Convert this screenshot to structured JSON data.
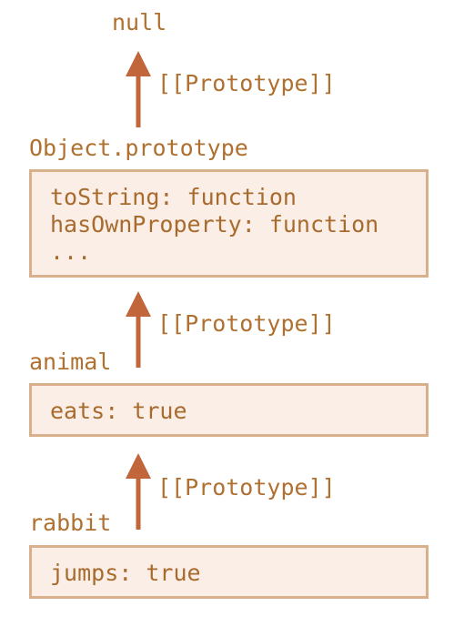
{
  "null_label": "null",
  "prototype_link_label": "[[Prototype]]",
  "objects": [
    {
      "name": "Object.prototype",
      "properties": [
        "toString: function",
        "hasOwnProperty: function",
        "..."
      ]
    },
    {
      "name": "animal",
      "properties": [
        "eats: true"
      ]
    },
    {
      "name": "rabbit",
      "properties": [
        "jumps: true"
      ]
    }
  ],
  "colors": {
    "arrow": "#c0663a",
    "box_fill": "#fbeee6",
    "box_border": "#d9b08c",
    "text": "#a86b2e"
  }
}
